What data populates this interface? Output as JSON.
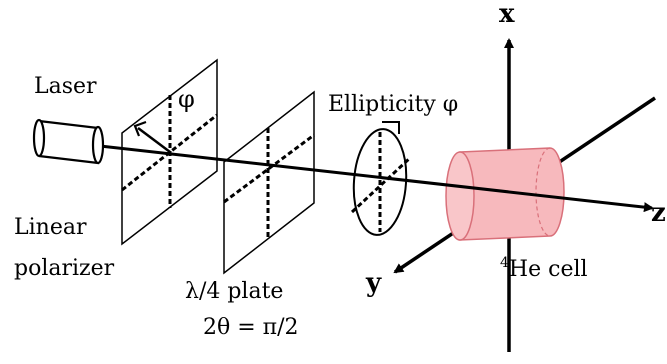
{
  "labels": {
    "laser": "Laser",
    "polarizer_line1": "Linear",
    "polarizer_line2": "polarizer",
    "phi_symbol": "φ",
    "ellipticity": "Ellipticity φ",
    "wave_plate_line1": "λ/4 plate",
    "wave_plate_line2": "2θ = π/2",
    "cell_superscript": "4",
    "cell_name": "He cell",
    "axis_x": "x",
    "axis_y": "y",
    "axis_z": "z"
  },
  "colors": {
    "line": "#000000",
    "cell_fill": "#f7b9bd",
    "cell_stroke": "#d9707a"
  }
}
